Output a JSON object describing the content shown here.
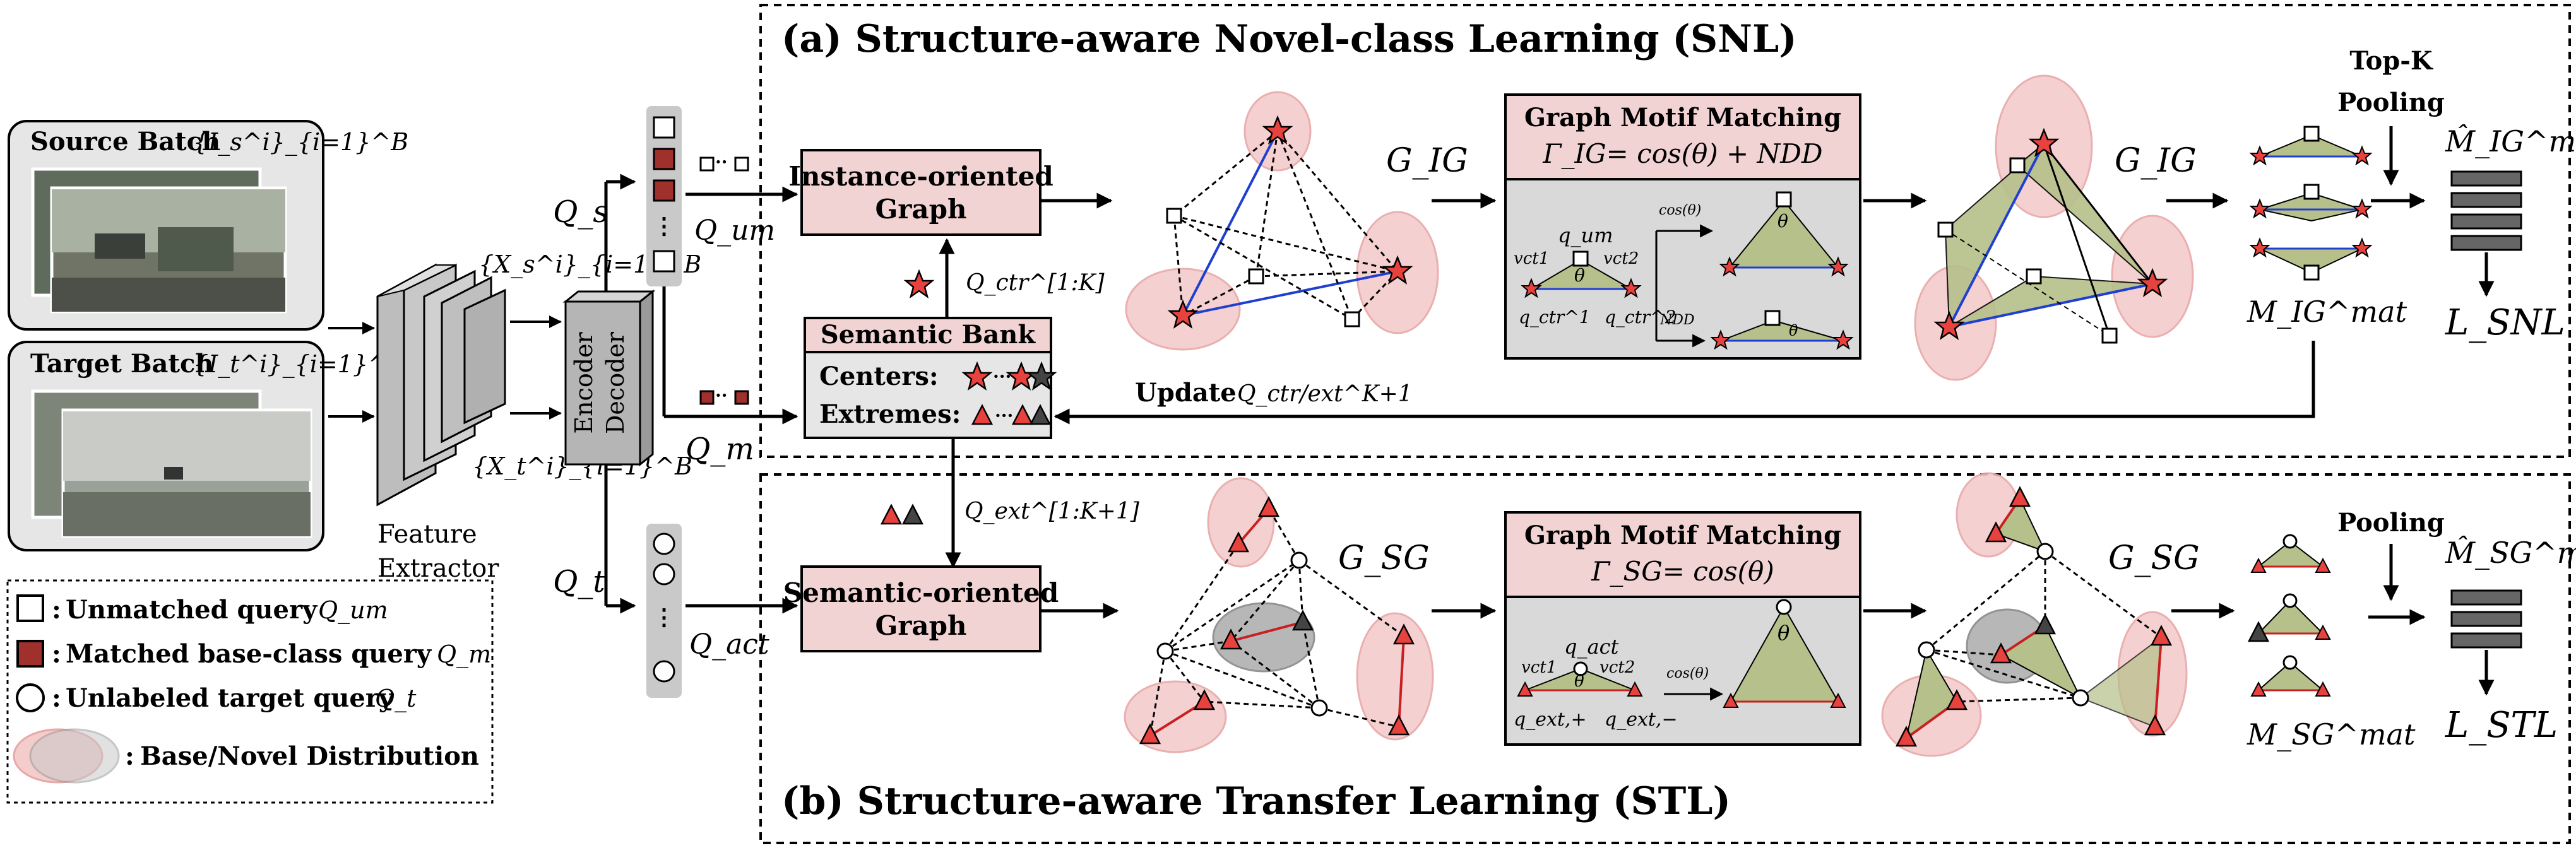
{
  "panels": {
    "snl_title": "(a) Structure-aware Novel-class Learning (SNL)",
    "stl_title": "(b) Structure-aware Transfer Learning (STL)"
  },
  "inputs": {
    "source_batch": "Source Batch",
    "source_set": "{I_s^i}_{i=1}^B",
    "target_batch": "Target Batch",
    "target_set": "{I_t^i}_{i=1}^B",
    "feature_extractor_line1": "Feature",
    "feature_extractor_line2": "Extractor",
    "feat_s": "{X_s^i}_{i=1}^B",
    "feat_t": "{X_t^i}_{i=1}^B",
    "encoder": "Encoder",
    "decoder": "Decoder"
  },
  "queries": {
    "qs": "Q_s",
    "qt": "Q_t",
    "qum": "Q_um",
    "qm": "Q_m",
    "qact": "Q_act",
    "dots": "⋮"
  },
  "blocks": {
    "instance_graph_line1": "Instance-oriented",
    "instance_graph_line2": "Graph",
    "semantic_graph_line1": "Semantic-oriented",
    "semantic_graph_line2": "Graph",
    "semantic_bank": "Semantic Bank",
    "centers": "Centers:",
    "extremes": "Extremes:",
    "q_ctr": "Q_ctr^[1:K]",
    "q_ext": "Q_ext^[1:K+1]",
    "update_label": "Update",
    "update_q": "Q_ctr/ext^K+1"
  },
  "graphs": {
    "g_ig": "G_IG",
    "g_sg": "G_SG"
  },
  "motif_snl": {
    "title": "Graph Motif Matching",
    "formula": "Γ_IG= cos(θ) + NDD",
    "q_um": "q_um",
    "vct1": "vct1",
    "vct2": "vct2",
    "theta": "θ",
    "q_ctr1": "q_ctr^1",
    "q_ctr2": "q_ctr^2",
    "cos_label": "cos(θ)",
    "ndd_label": "NDD"
  },
  "motif_stl": {
    "title": "Graph Motif Matching",
    "formula": "Γ_SG= cos(θ)",
    "q_act": "q_act",
    "vct1": "vct1",
    "vct2": "vct2",
    "theta": "θ",
    "q_ext_plus": "q_ext,+",
    "q_ext_minus": "q_ext,−",
    "cos_label": "cos(θ)"
  },
  "outputs": {
    "topk_line1": "Top-K",
    "topk_line2": "Pooling",
    "pooling": "Pooling",
    "m_hat_ig": "M̂_IG^mat",
    "m_ig": "M_IG^mat",
    "loss_snl": "L_SNL",
    "m_hat_sg": "M̂_SG^mat",
    "m_sg": "M_SG^mat",
    "loss_stl": "L_STL"
  },
  "legend": {
    "unmatched": "Unmatched query",
    "unmatched_sym": "Q_um",
    "matched": "Matched base-class query",
    "matched_sym": "Q_m",
    "unlabeled": "Unlabeled target query",
    "unlabeled_sym": "Q_t",
    "distribution": "Base/Novel Distribution",
    "colon": ":"
  },
  "colors": {
    "pink_block": "#f2d3d3",
    "gray_block": "#d9d9d9",
    "dark_red": "#a0302c",
    "red_star": "#e8423f",
    "olive_fill": "#b5c08a",
    "blue_edge": "#1f3fd0",
    "red_edge": "#c82020",
    "pink_ellipse": "#f4cccc",
    "gray_ellipse": "#9a9a9a"
  }
}
